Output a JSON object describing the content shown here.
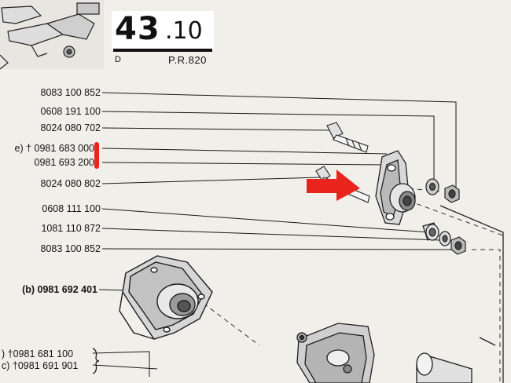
{
  "header": {
    "number_main": "43",
    "number_sub": ".10",
    "left_code": "D",
    "right_code": "P.R.820"
  },
  "parts": [
    {
      "text": "8083 100 852"
    },
    {
      "text": "0608 191 100"
    },
    {
      "text": "8024 080 702"
    },
    {
      "text": "e) † 0981 683 000"
    },
    {
      "text": "0981 693 200"
    },
    {
      "text": "8024 080 802"
    },
    {
      "text": "0608 111 100"
    },
    {
      "text": "1081 110 872"
    },
    {
      "text": "8083 100 852"
    },
    {
      "text": "(b) 0981 692 401"
    },
    {
      "text": ") †0981 681 100"
    },
    {
      "text": "c) †0981 691 901"
    }
  ],
  "colors": {
    "paper": "#f1efe9",
    "ink": "#141414",
    "highlight": "#e8241c"
  }
}
